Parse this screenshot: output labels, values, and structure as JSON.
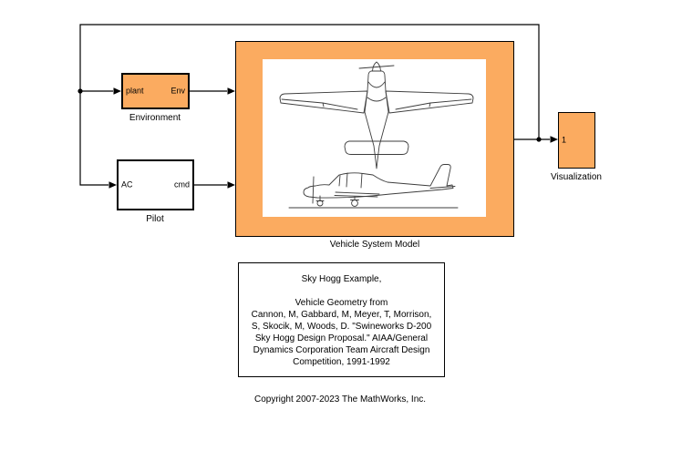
{
  "colors": {
    "block_orange": "#FBAB60",
    "wire": "#000000",
    "sketch_gray": "#3d3d3d",
    "canvas": "#ffffff"
  },
  "blocks": {
    "environment": {
      "label": "Environment",
      "in_port": "plant",
      "out_port": "Env"
    },
    "pilot": {
      "label": "Pilot",
      "in_port": "AC",
      "out_port": "cmd"
    },
    "vehicle_system_model": {
      "label": "Vehicle System Model"
    },
    "visualization": {
      "label": "Visualization",
      "in_port": "1"
    }
  },
  "annotation": {
    "text": "Sky Hogg Example,\n\nVehicle Geometry from\nCannon, M, Gabbard, M, Meyer, T, Morrison,\nS, Skocik, M, Woods, D. \"Swineworks D-200\nSky Hogg Design Proposal.\" AIAA/General\nDynamics Corporation Team Aircraft Design\nCompetition, 1991-1992"
  },
  "copyright": "Copyright 2007-2023 The MathWorks, Inc."
}
